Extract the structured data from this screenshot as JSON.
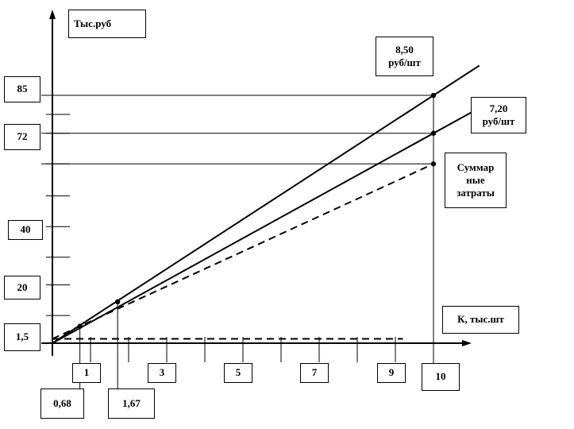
{
  "chart_data": {
    "type": "line",
    "ylabel": "Тыс.руб",
    "xlabel": "К, тыс.шт",
    "x_ticks": [
      "1",
      "3",
      "5",
      "7",
      "9",
      "10"
    ],
    "y_ticks": [
      "1,5",
      "20",
      "40",
      "72",
      "85"
    ],
    "x_markers": [
      "0,68",
      "1,67"
    ],
    "series": [
      {
        "name": "8,50 руб/шт",
        "style": "solid",
        "x": [
          0,
          10
        ],
        "y": [
          0,
          85
        ]
      },
      {
        "name": "7,20 руб/шт",
        "style": "solid",
        "x": [
          0,
          10
        ],
        "y": [
          0,
          72
        ]
      },
      {
        "name": "Суммарные затраты",
        "style": "dashed",
        "x": [
          0,
          10
        ],
        "y": [
          1.5,
          61.5
        ]
      },
      {
        "name": "",
        "style": "dashed",
        "x": [
          0,
          9.2
        ],
        "y": [
          1.5,
          1.5
        ]
      }
    ],
    "points": [
      {
        "x": 10,
        "y": 85
      },
      {
        "x": 10,
        "y": 72
      },
      {
        "x": 10,
        "y": 61.5
      },
      {
        "x": 0.68,
        "y": 5.8
      },
      {
        "x": 1.67,
        "y": 14.2
      }
    ],
    "reference_lines_y": [
      85,
      72,
      61.5
    ],
    "grid": false,
    "colors": {
      "line": "#000000",
      "background": "#ffffff"
    }
  },
  "labels": {
    "ylabel": "Тыс.руб",
    "xlabel": "К, тыс.шт",
    "price_high": "8,50\nруб/шт",
    "price_low": "7,20\nруб/шт",
    "total_cost": "Суммар\nные\nзатраты",
    "y85": "85",
    "y72": "72",
    "y40": "40",
    "y20": "20",
    "y1_5": "1,5",
    "x1": "1",
    "x3": "3",
    "x5": "5",
    "x7": "7",
    "x9": "9",
    "x10": "10",
    "m068": "0,68",
    "m167": "1,67"
  }
}
